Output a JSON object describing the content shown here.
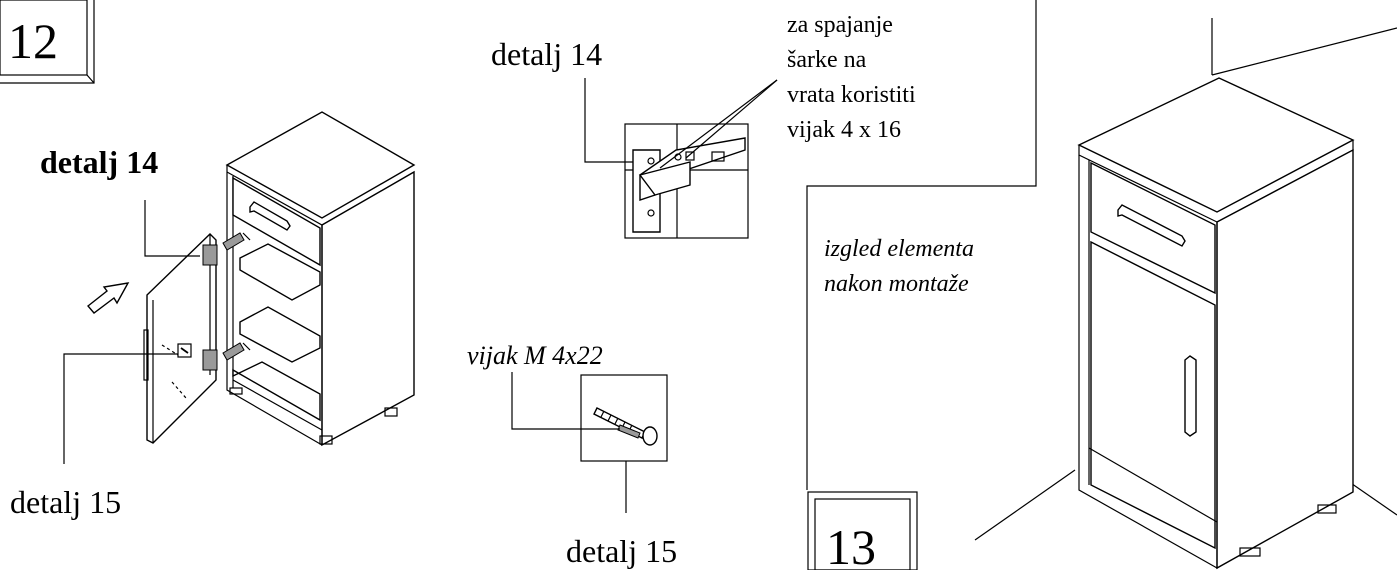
{
  "steps": {
    "step12": "12",
    "step13": "13"
  },
  "step12": {
    "detail14_bold": "detalj 14",
    "detail15": "detalj 15"
  },
  "detail14_panel": {
    "title": "detalj 14",
    "note_lines": [
      "za spajanje",
      "šarke na",
      "vrata koristiti",
      "vijak 4 x 16"
    ]
  },
  "detail15_panel": {
    "screw_label": "vijak M 4x22",
    "title": "detalj 15"
  },
  "step13": {
    "caption_lines": [
      "izgled elementa",
      "nakon montaže"
    ]
  }
}
